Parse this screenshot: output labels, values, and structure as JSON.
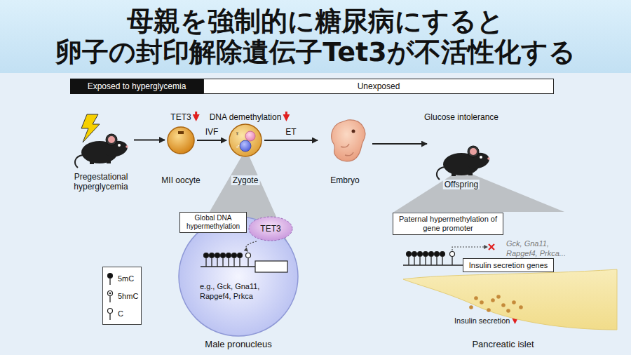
{
  "diagram": {
    "title": "母親を強制的に糖尿病にすると 卵子の封印解除遺伝子Tet3が不活性化する",
    "nodes": [
      {
        "text": [
          "Exposed to hyperglycemia"
        ]
      },
      {
        "text": [
          "Unexposed"
        ]
      },
      {
        "text": [
          "Pregestational hyperglycemia"
        ]
      },
      {
        "text": [
          "TET3",
          "MII oocyte"
        ]
      },
      {
        "text": [
          "DNA demethylation",
          "Zygote"
        ]
      },
      {
        "text": [
          "Embryo"
        ]
      },
      {
        "text": [
          "Glucose intolerance",
          "Offspring"
        ]
      },
      {
        "text": [
          "Male pronucleus"
        ]
      },
      {
        "text": [
          "Global DNA hypermethylation"
        ],
        "in": 7
      },
      {
        "text": [
          "TET3"
        ],
        "in": 7
      },
      {
        "text": [
          "Pancreatic islet"
        ]
      },
      {
        "text": [
          "Paternal hypermethylation of gene promoter"
        ],
        "in": 10
      },
      {
        "text": [
          "Insulin secretion genes"
        ],
        "in": 10
      }
    ],
    "edges": [
      {
        "from": 2,
        "to": 3,
        "arrow": "to"
      },
      {
        "from": 3,
        "to": 4,
        "label": "IVF",
        "arrow": "to"
      },
      {
        "from": 4,
        "to": 5,
        "label": "ET",
        "arrow": "to"
      },
      {
        "from": 5,
        "to": 6,
        "arrow": "to"
      }
    ],
    "labels": [
      "♀",
      "♂",
      "e.g., Gck, Gna11, Rapgef4, Prkca",
      "Gck, Gna11, Rapgef4, Prkca...",
      "Insulin secretion"
    ],
    "legend": [
      {
        "text": "5mC"
      },
      {
        "text": "5hmC"
      },
      {
        "text": "C"
      }
    ]
  }
}
